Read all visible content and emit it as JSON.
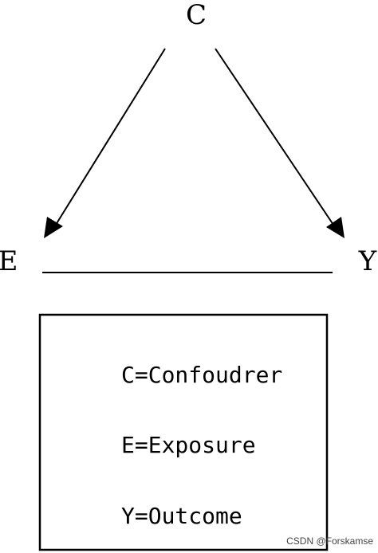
{
  "diagram": {
    "nodes": {
      "confounder": "C",
      "exposure": "E",
      "outcome": "Y"
    },
    "edges": [
      {
        "from": "C",
        "to": "E",
        "type": "arrow"
      },
      {
        "from": "C",
        "to": "Y",
        "type": "arrow"
      },
      {
        "from": "E",
        "to": "Y",
        "type": "line"
      }
    ],
    "legend": {
      "items": [
        "C=Confoudrer",
        "E=Exposure",
        "Y=Outcome"
      ]
    },
    "watermark": "CSDN @Forskamse",
    "colors": {
      "stroke": "#000000",
      "background": "#ffffff"
    }
  }
}
